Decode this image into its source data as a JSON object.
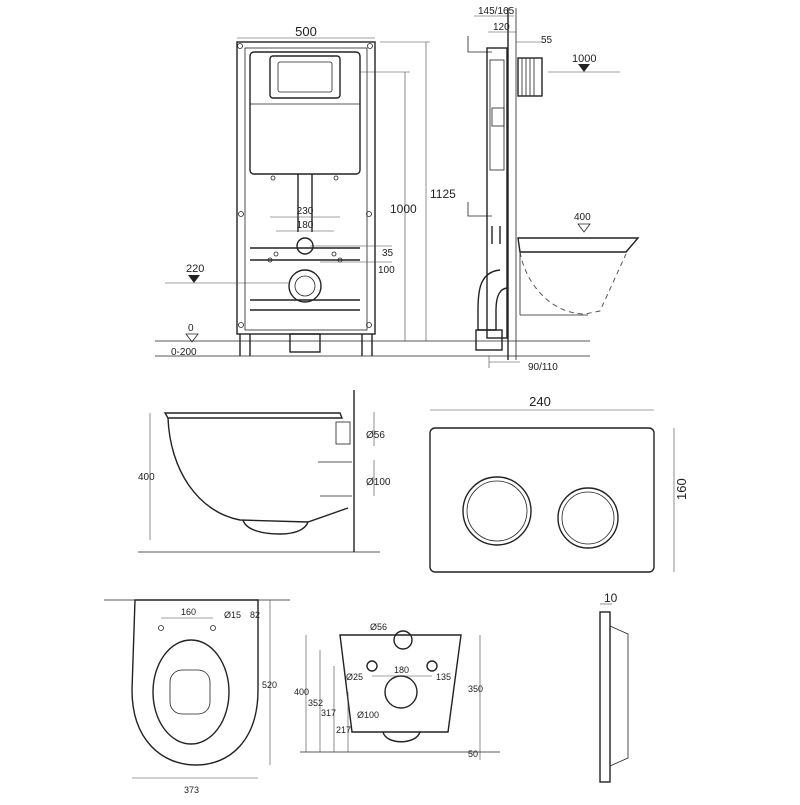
{
  "views": {
    "frame_front": {
      "width": "500",
      "height_total": "1125",
      "height_inner": "1000",
      "bolt_outer": "230",
      "bolt_inner": "180",
      "offset_top": "35",
      "offset_pipe": "100",
      "level_pipe": "220",
      "level_floor": "0",
      "floor_range": "0-200"
    },
    "frame_side": {
      "depth_range": "145/165",
      "depth_mid": "120",
      "depth_small": "55",
      "level_top": "1000",
      "level_bowl": "400",
      "pipe_range": "90/110"
    },
    "toilet_side": {
      "height": "400",
      "hole_upper": "Ø56",
      "hole_lower": "Ø100"
    },
    "flush_plate": {
      "width": "240",
      "height": "160",
      "thickness": "10"
    },
    "toilet_top": {
      "bolt_spacing": "160",
      "bolt_hole": "Ø15",
      "bolt_offset": "82",
      "length": "520",
      "width": "373"
    },
    "toilet_back": {
      "inlet": "Ø56",
      "bolt_spacing": "180",
      "bolt_hole": "Ø25",
      "bolt_offset": "135",
      "outlet": "Ø100",
      "h_400": "400",
      "h_352": "352",
      "h_317": "317",
      "h_217": "217",
      "h_350": "350",
      "h_50": "50"
    }
  }
}
